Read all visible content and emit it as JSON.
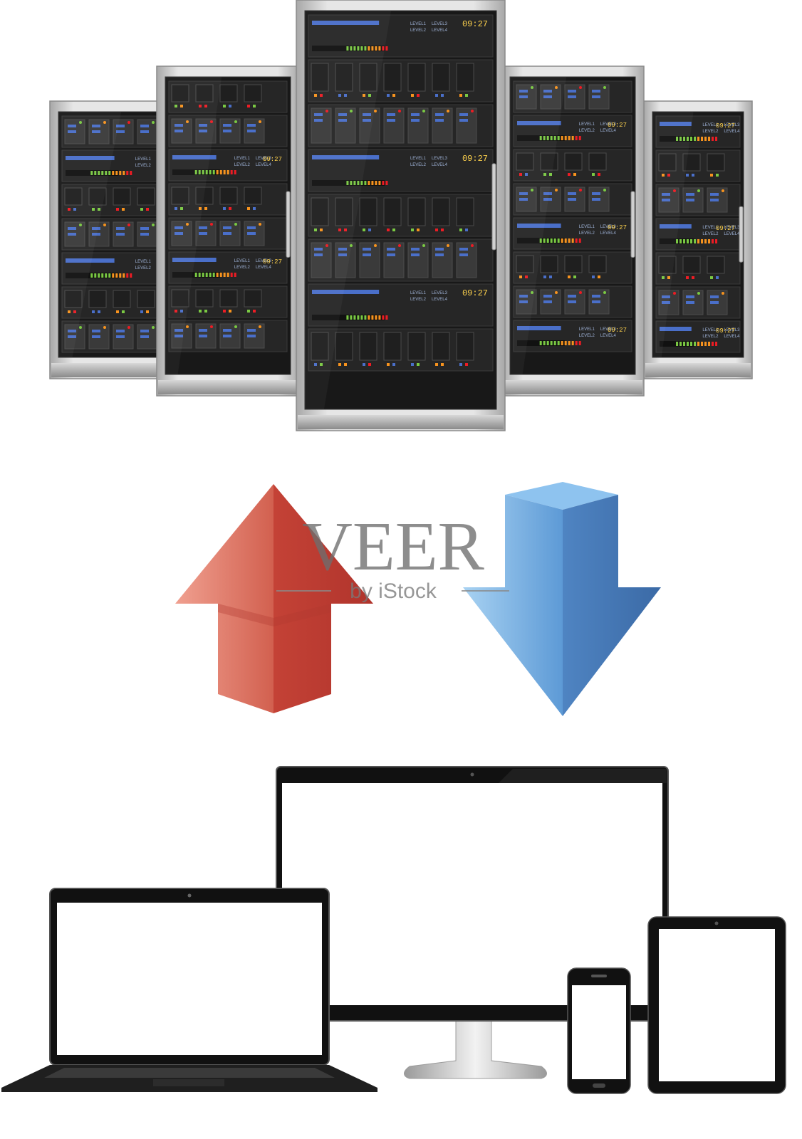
{
  "colors": {
    "background": "#ffffff",
    "rack_body": "#181818",
    "rack_frame": "#c9c9c9",
    "led_green": "#7ac943",
    "led_orange": "#f7931e",
    "led_red": "#ed1c24",
    "led_blue": "#4a6fc9",
    "display_text": "#ffd34d",
    "upload_arrow": "#c8453a",
    "download_arrow": "#5b8fd0",
    "device_bezel": "#111111",
    "device_screen": "#ffffff"
  },
  "server_racks": {
    "count": 5,
    "clock_label": "09:27",
    "level_labels": [
      "LEVEL1",
      "LEVEL2",
      "LEVEL3",
      "LEVEL4"
    ]
  },
  "arrows": {
    "upload": {
      "direction": "up",
      "icon": "upload-arrow-icon"
    },
    "download": {
      "direction": "down",
      "icon": "download-arrow-icon"
    }
  },
  "watermark": {
    "title": "VEER",
    "subtitle": "by iStock"
  },
  "devices": [
    {
      "kind": "laptop",
      "icon": "laptop-icon"
    },
    {
      "kind": "monitor",
      "icon": "monitor-icon"
    },
    {
      "kind": "smartphone",
      "icon": "smartphone-icon"
    },
    {
      "kind": "tablet",
      "icon": "tablet-icon"
    }
  ]
}
